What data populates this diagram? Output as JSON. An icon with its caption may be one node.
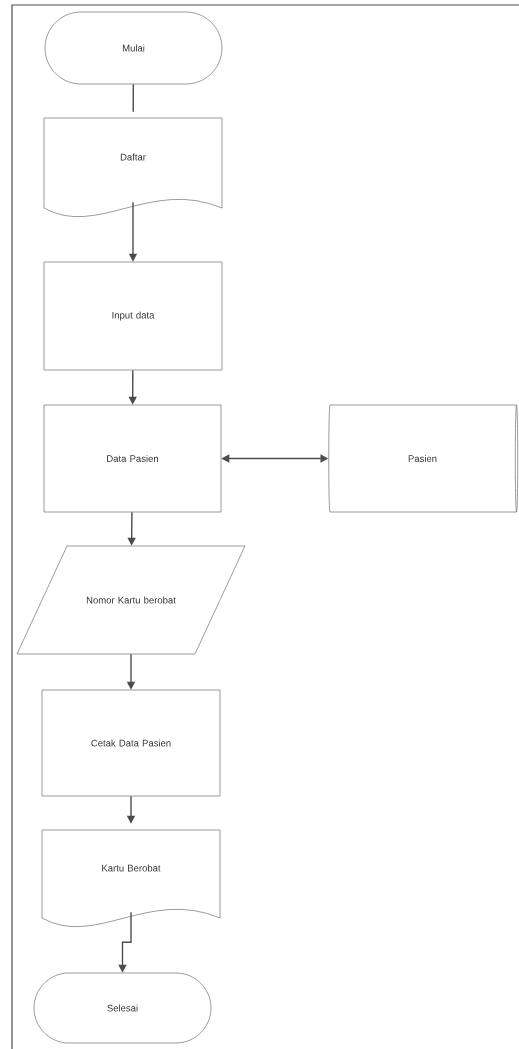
{
  "diagram": {
    "nodes": [
      {
        "text": [
          "Mulai"
        ]
      },
      {
        "text": [
          "Daftar"
        ]
      },
      {
        "text": [
          "Input data"
        ]
      },
      {
        "text": [
          "Data Pasien"
        ]
      },
      {
        "text": [
          "Pasien"
        ]
      },
      {
        "text": [
          "Nomor Kartu berobat"
        ]
      },
      {
        "text": [
          "Cetak Data Pasien"
        ]
      },
      {
        "text": [
          "Kartu Berobat"
        ]
      },
      {
        "text": [
          "Selesai"
        ]
      }
    ],
    "edges": [
      {
        "from": 0,
        "to": 1,
        "arrow": "none"
      },
      {
        "from": 1,
        "to": 2,
        "arrow": "to"
      },
      {
        "from": 2,
        "to": 3,
        "arrow": "to"
      },
      {
        "from": 3,
        "to": 4,
        "arrow": "both"
      },
      {
        "from": 3,
        "to": 5,
        "arrow": "to"
      },
      {
        "from": 5,
        "to": 6,
        "arrow": "to"
      },
      {
        "from": 6,
        "to": 7,
        "arrow": "to"
      },
      {
        "from": 7,
        "to": 8,
        "arrow": "to"
      }
    ]
  }
}
